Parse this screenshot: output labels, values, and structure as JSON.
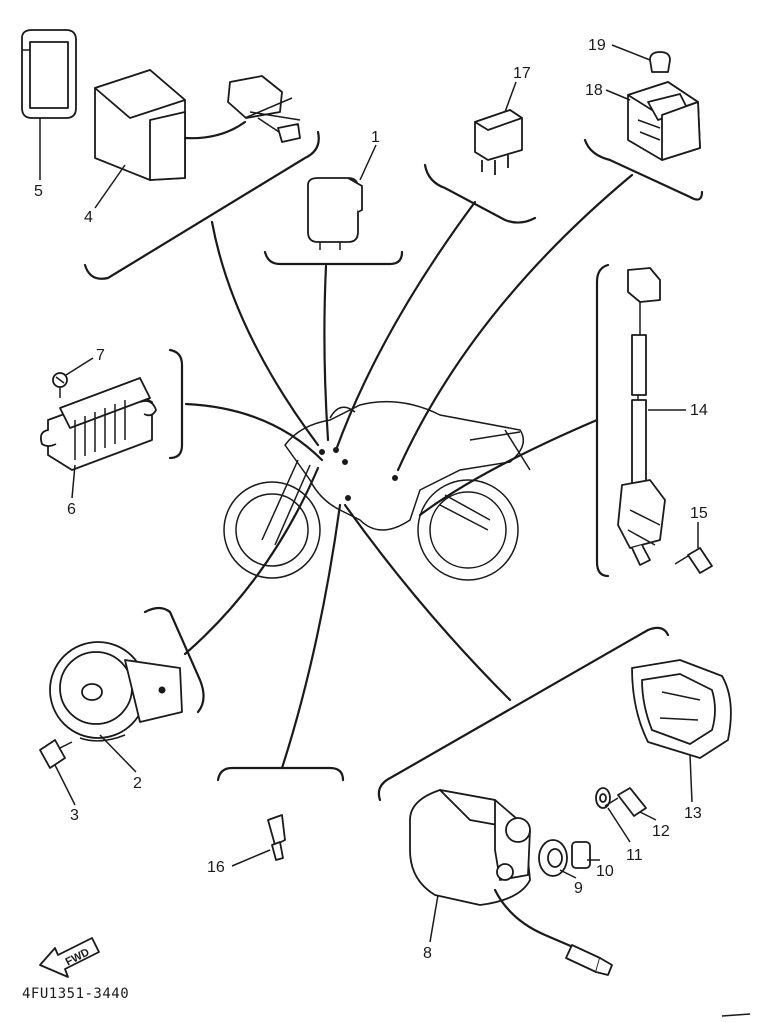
{
  "diagram": {
    "part_labels": [
      "1",
      "2",
      "3",
      "4",
      "5",
      "6",
      "7",
      "8",
      "9",
      "10",
      "11",
      "12",
      "13",
      "14",
      "15",
      "16",
      "17",
      "18",
      "19"
    ],
    "drawing_code": "4FU1351-3440",
    "direction_arrow": "FWD",
    "colors": {
      "ink": "#1a1a1a",
      "paper": "#ffffff"
    }
  }
}
